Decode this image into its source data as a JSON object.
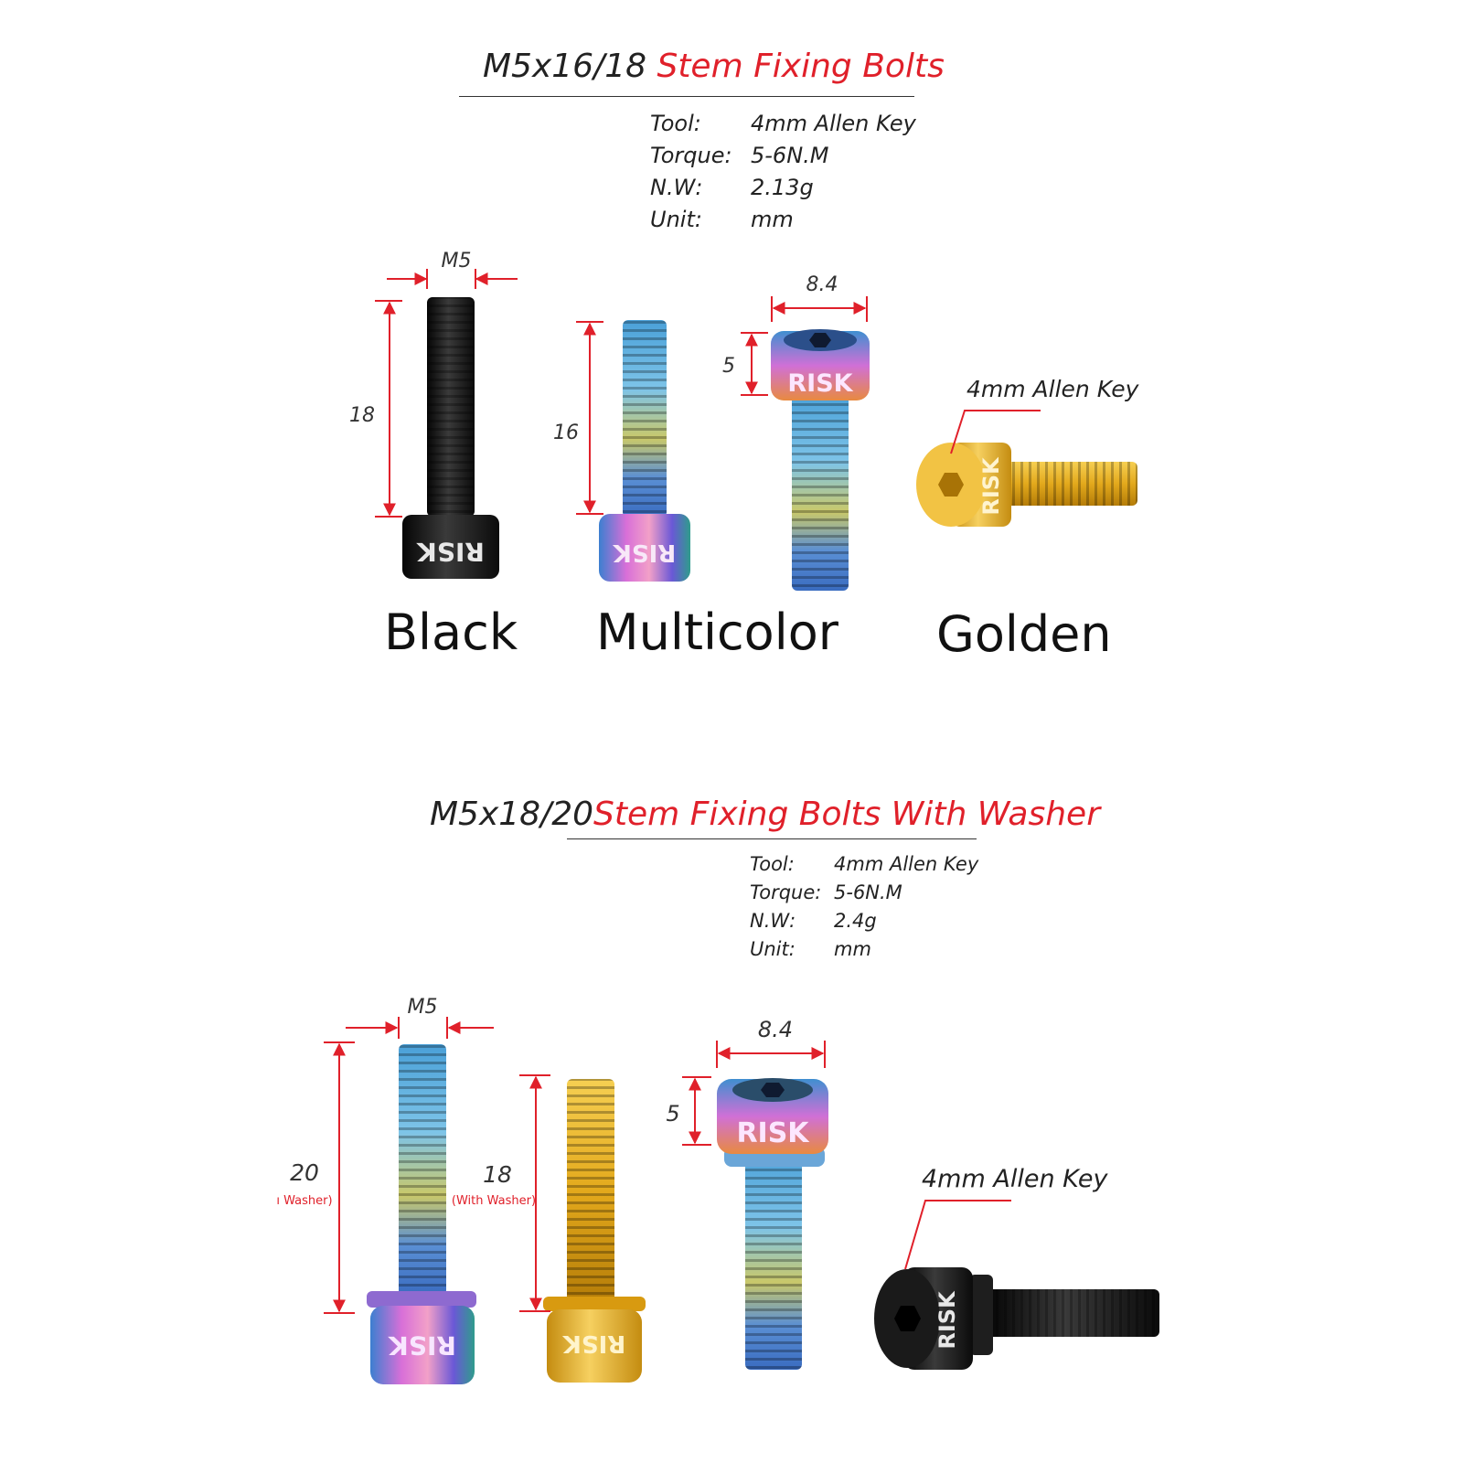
{
  "section1": {
    "title_prefix": "M5x16/18 ",
    "title_red": "Stem Fixing Bolts",
    "specs": [
      {
        "key": "Tool:",
        "value": "4mm Allen Key"
      },
      {
        "key": "Torque:",
        "value": "5-6N.M"
      },
      {
        "key": "N.W:",
        "value": "2.13g"
      },
      {
        "key": "Unit:",
        "value": "mm"
      }
    ],
    "dims": {
      "thread": "M5",
      "length_black": "18",
      "length_multi": "16",
      "head_width": "8.4",
      "head_height": "5"
    },
    "allen_label": "4mm Allen Key",
    "brand": "RISK",
    "colors": [
      "Black",
      "Multicolor",
      "Golden"
    ]
  },
  "section2": {
    "title_prefix": "M5x18/20",
    "title_red": "Stem Fixing Bolts With Washer",
    "specs": [
      {
        "key": "Tool:",
        "value": "4mm Allen Key"
      },
      {
        "key": "Torque:",
        "value": "5-6N.M"
      },
      {
        "key": "N.W:",
        "value": "2.4g"
      },
      {
        "key": "Unit:",
        "value": "mm"
      }
    ],
    "dims": {
      "thread": "M5",
      "length_a": "20",
      "length_a_note": "ı Washer)",
      "length_b": "18",
      "length_b_note": "(With Washer)",
      "head_width": "8.4",
      "head_height": "5"
    },
    "allen_label": "4mm Allen Key",
    "brand": "RISK"
  },
  "palette": {
    "accent_red": "#e0202a",
    "black_bolt": "#161616",
    "gold_bolt": "#e3a91c",
    "rainbow": [
      "#3f8fd6",
      "#7fd0e0",
      "#c8c860",
      "#d070d0",
      "#6a5ad0"
    ]
  }
}
